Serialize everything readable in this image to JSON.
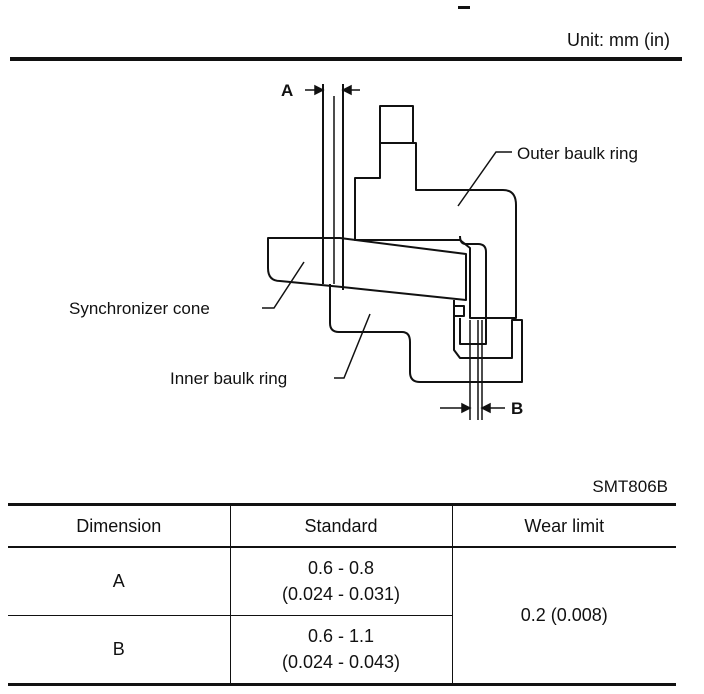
{
  "header": {
    "unit": "Unit: mm (in)"
  },
  "figure": {
    "labels": {
      "a": "A",
      "b": "B",
      "outer": "Outer baulk ring",
      "synchro": "Synchronizer cone",
      "inner": "Inner baulk ring"
    },
    "code": "SMT806B"
  },
  "table": {
    "headers": [
      "Dimension",
      "Standard",
      "Wear limit"
    ],
    "rows": [
      {
        "dimension": "A",
        "standard_mm": "0.6 - 0.8",
        "standard_in": "(0.024 - 0.031)"
      },
      {
        "dimension": "B",
        "standard_mm": "0.6 - 1.1",
        "standard_in": "(0.024 - 0.043)"
      }
    ],
    "wear_limit": "0.2 (0.008)"
  }
}
